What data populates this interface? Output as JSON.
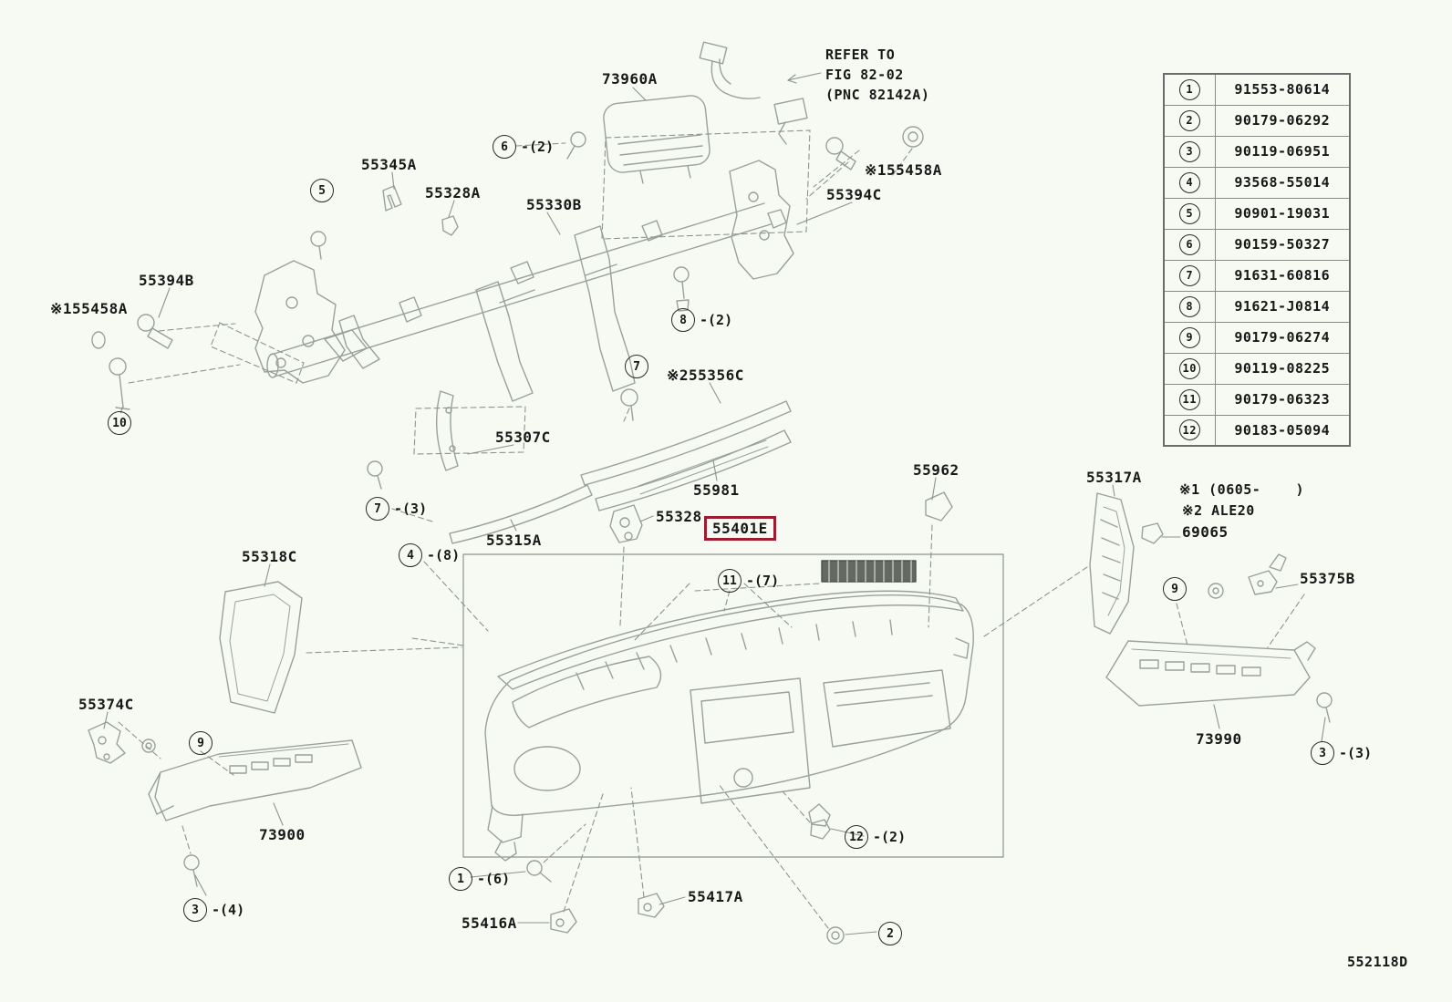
{
  "page": {
    "footer_code": "552118D",
    "title": "Instrument panel and glove compartment parts diagram"
  },
  "colors": {
    "background": "#f7faf2",
    "highlight_border": "#9d1c30",
    "line_art": "#99a296",
    "text": "#181818"
  },
  "annotations": {
    "refer_note": "REFER TO\nFIG 82-02\n(PNC 82142A)"
  },
  "highlight": {
    "text": "55401E"
  },
  "part_labels": [
    {
      "text": "73960A"
    },
    {
      "text": "55345A"
    },
    {
      "text": "55328A"
    },
    {
      "text": "55330B"
    },
    {
      "text": "55394C"
    },
    {
      "text": "※155458A"
    },
    {
      "text": "55394B"
    },
    {
      "text": "※155458A"
    },
    {
      "text": "※255356C"
    },
    {
      "text": "55307C"
    },
    {
      "text": "55981"
    },
    {
      "text": "55962"
    },
    {
      "text": "55317A"
    },
    {
      "text": "69065"
    },
    {
      "text": "55328"
    },
    {
      "text": "55315A"
    },
    {
      "text": "55318C"
    },
    {
      "text": "55375B"
    },
    {
      "text": "55374C"
    },
    {
      "text": "73900"
    },
    {
      "text": "73990"
    },
    {
      "text": "55416A"
    },
    {
      "text": "55417A"
    }
  ],
  "callouts": [
    {
      "num": "6",
      "qty": "-(2)"
    },
    {
      "num": "5",
      "qty": ""
    },
    {
      "num": "8",
      "qty": "-(2)"
    },
    {
      "num": "7",
      "qty": ""
    },
    {
      "num": "10",
      "qty": ""
    },
    {
      "num": "7",
      "qty": "-(3)"
    },
    {
      "num": "4",
      "qty": "-(8)"
    },
    {
      "num": "11",
      "qty": "-(7)"
    },
    {
      "num": "9",
      "qty": ""
    },
    {
      "num": "3",
      "qty": "-(3)"
    },
    {
      "num": "9",
      "qty": ""
    },
    {
      "num": "3",
      "qty": "-(4)"
    },
    {
      "num": "1",
      "qty": "-(6)"
    },
    {
      "num": "12",
      "qty": "-(2)"
    },
    {
      "num": "2",
      "qty": ""
    }
  ],
  "parts_table": {
    "rows": [
      {
        "no": "1",
        "part_number": "91553-80614"
      },
      {
        "no": "2",
        "part_number": "90179-06292"
      },
      {
        "no": "3",
        "part_number": "90119-06951"
      },
      {
        "no": "4",
        "part_number": "93568-55014"
      },
      {
        "no": "5",
        "part_number": "90901-19031"
      },
      {
        "no": "6",
        "part_number": "90159-50327"
      },
      {
        "no": "7",
        "part_number": "91631-60816"
      },
      {
        "no": "8",
        "part_number": "91621-J0814"
      },
      {
        "no": "9",
        "part_number": "90179-06274"
      },
      {
        "no": "10",
        "part_number": "90119-08225"
      },
      {
        "no": "11",
        "part_number": "90179-06323"
      },
      {
        "no": "12",
        "part_number": "90183-05094"
      }
    ],
    "notes": [
      "※1 (0605-    )",
      "※2 ALE20"
    ]
  }
}
